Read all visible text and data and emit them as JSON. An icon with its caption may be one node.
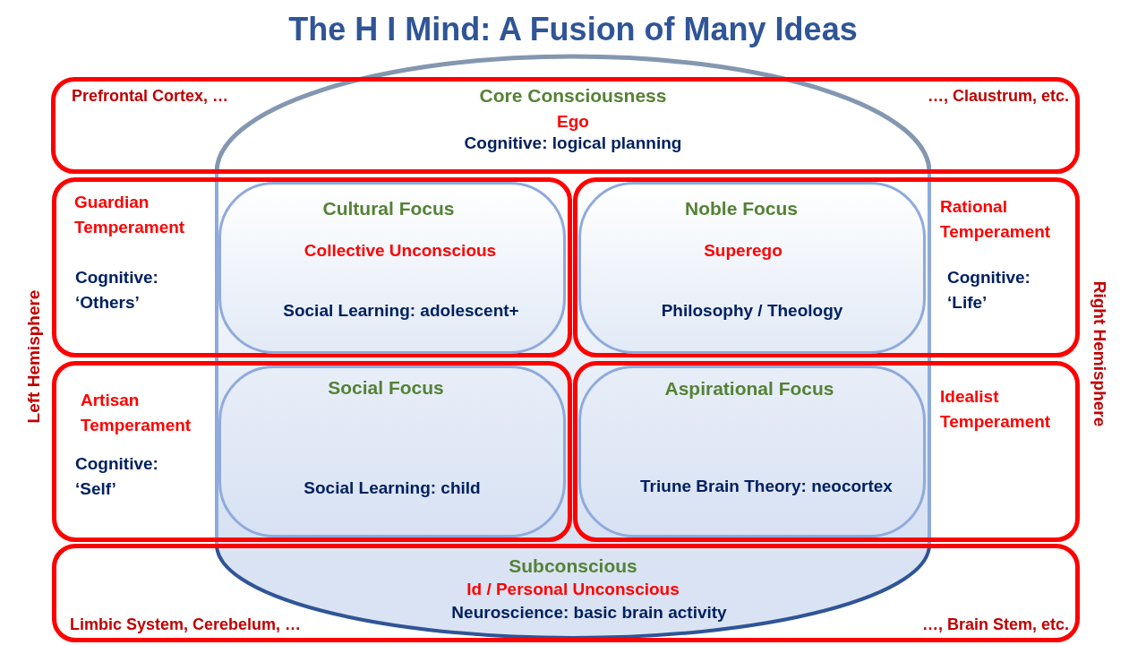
{
  "diagram": {
    "title": "The H I Mind: A Fusion of Many Ideas",
    "nodes": [
      {
        "text": [],
        "shape": "cylinder"
      },
      {
        "text": [
          "Prefrontal Cortex, …",
          "Core Consciousness",
          "…, Claustrum, etc.",
          "Ego",
          "Cognitive: logical planning"
        ]
      },
      {
        "text": [
          "Guardian Temperament",
          "Cognitive: ‘Others’"
        ]
      },
      {
        "text": [
          "Cultural Focus",
          "Collective Unconscious",
          "Social Learning: adolescent+"
        ]
      },
      {
        "text": [
          "Noble Focus",
          "Superego",
          "Philosophy / Theology"
        ]
      },
      {
        "text": [
          "Rational Temperament",
          "Cognitive: ‘Life’"
        ]
      },
      {
        "text": [
          "Artisan Temperament",
          "Cognitive: ‘Self’"
        ]
      },
      {
        "text": [
          "Social Focus",
          "Social Learning: child"
        ]
      },
      {
        "text": [
          "Aspirational Focus",
          "Triune Brain Theory: neocortex"
        ]
      },
      {
        "text": [
          "Idealist Temperament"
        ]
      },
      {
        "text": [
          "Subconscious",
          "Id / Personal Unconscious",
          "Neuroscience: basic brain activity",
          "Limbic System, Cerebelum, …",
          "…, Brain Stem, etc."
        ]
      }
    ],
    "labels": [
      "Left Hemisphere",
      "Right Hemisphere"
    ]
  }
}
